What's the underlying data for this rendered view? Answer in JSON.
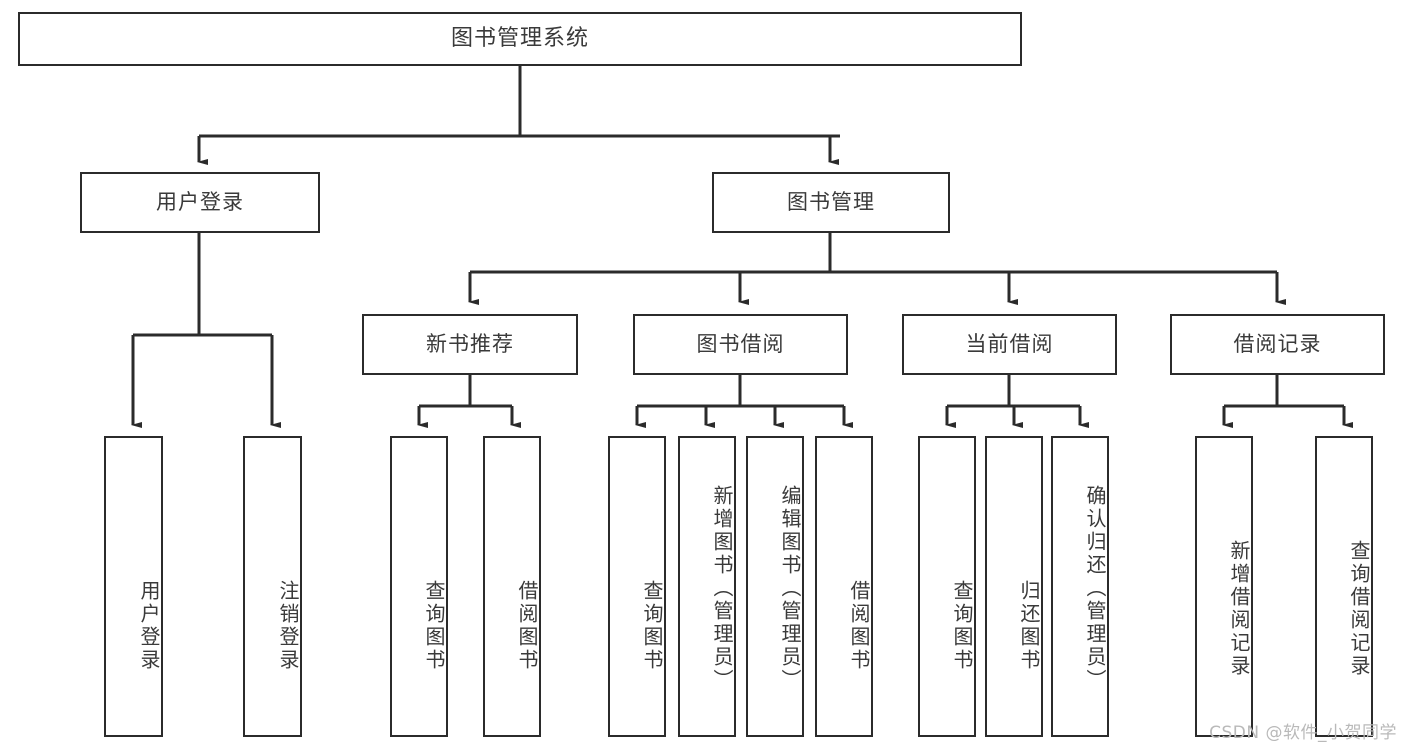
{
  "diagram": {
    "title": "图书管理系统",
    "type": "tree-hierarchy",
    "watermark": "CSDN @软件_小贺同学",
    "colors": {
      "box_border": "#2b2b2b",
      "box_fill": "#ffffff",
      "text": "#3a3a3a",
      "edge": "#2b2b2b",
      "background": "#ffffff",
      "watermark": "#b9b9b9"
    },
    "levels": {
      "level0": [
        {
          "id": "root",
          "label": "图书管理系统"
        }
      ],
      "level1": [
        {
          "id": "user-login",
          "label": "用户登录"
        },
        {
          "id": "book-manage",
          "label": "图书管理"
        }
      ],
      "level2": [
        {
          "id": "new-book-rec",
          "label": "新书推荐",
          "parent": "book-manage"
        },
        {
          "id": "book-borrow",
          "label": "图书借阅",
          "parent": "book-manage"
        },
        {
          "id": "current-borrow",
          "label": "当前借阅",
          "parent": "book-manage"
        },
        {
          "id": "borrow-record",
          "label": "借阅记录",
          "parent": "book-manage"
        }
      ],
      "leaves": [
        {
          "id": "leaf-user-login",
          "label": "用户登录",
          "parent": "user-login"
        },
        {
          "id": "leaf-user-logout",
          "label": "注销登录",
          "parent": "user-login"
        },
        {
          "id": "leaf-query-book-1",
          "label": "查询图书",
          "parent": "new-book-rec"
        },
        {
          "id": "leaf-borrow-book-1",
          "label": "借阅图书",
          "parent": "new-book-rec"
        },
        {
          "id": "leaf-query-book-2",
          "label": "查询图书",
          "parent": "book-borrow"
        },
        {
          "id": "leaf-add-book",
          "label": "新增图书（管理员）",
          "parent": "book-borrow"
        },
        {
          "id": "leaf-edit-book",
          "label": "编辑图书（管理员）",
          "parent": "book-borrow"
        },
        {
          "id": "leaf-borrow-book-2",
          "label": "借阅图书",
          "parent": "book-borrow"
        },
        {
          "id": "leaf-query-book-3",
          "label": "查询图书",
          "parent": "current-borrow"
        },
        {
          "id": "leaf-return-book",
          "label": "归还图书",
          "parent": "current-borrow"
        },
        {
          "id": "leaf-confirm-return",
          "label": "确认归还（管理员）",
          "parent": "current-borrow"
        },
        {
          "id": "leaf-add-record",
          "label": "新增借阅记录",
          "parent": "borrow-record"
        },
        {
          "id": "leaf-query-record",
          "label": "查询借阅记录",
          "parent": "borrow-record"
        }
      ]
    }
  }
}
